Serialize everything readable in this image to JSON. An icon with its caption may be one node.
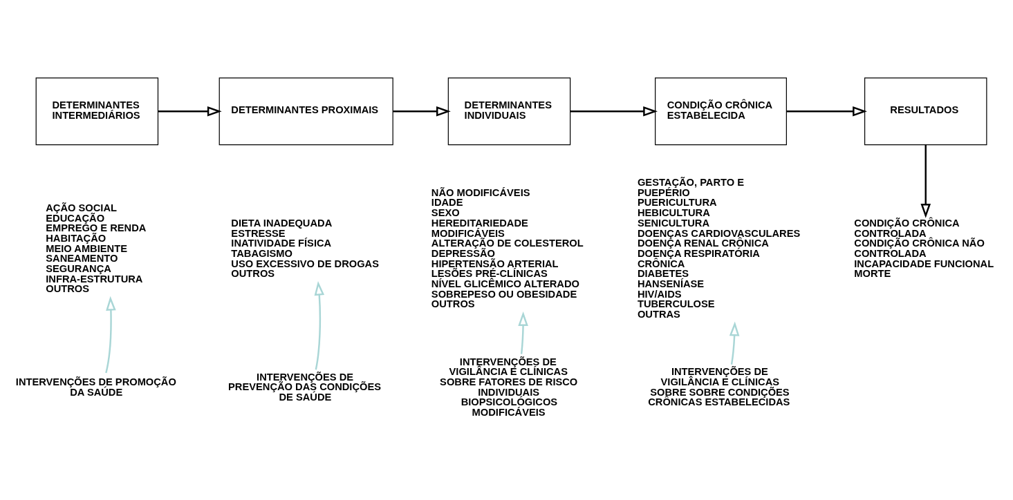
{
  "diagram": {
    "nodes": [
      {
        "text": [
          "DETERMINANTES INTERMEDIÁRIOS"
        ]
      },
      {
        "text": [
          "DETERMINANTES PROXIMAIS"
        ]
      },
      {
        "text": [
          "DETERMINANTES INDIVIDUAIS"
        ]
      },
      {
        "text": [
          "CONDIÇÃO CRÔNICA ESTABELECIDA"
        ]
      },
      {
        "text": [
          "RESULTADOS"
        ]
      },
      {
        "text": [
          "AÇÃO SOCIAL",
          "EDUCAÇÃO",
          "EMPREGO E RENDA",
          "HABITAÇÃO",
          "MEIO AMBIENTE",
          "SANEAMENTO",
          "SEGURANÇA",
          "INFRA-ESTRUTURA",
          "OUTROS"
        ]
      },
      {
        "text": [
          "DIETA INADEQUADA",
          "ESTRESSE",
          "INATIVIDADE FÍSICA",
          "TABAGISMO",
          "USO EXCESSIVO DE DROGAS",
          "OUTROS"
        ]
      },
      {
        "text": [
          "NÃO MODIFICÁVEIS",
          "IDADE",
          "SEXO",
          "HEREDITARIEDADE",
          "MODIFICÁVEIS",
          "ALTERAÇÃO DE COLESTEROL",
          "DEPRESSÃO",
          "HIPERTENSÃO ARTERIAL",
          "LESÕES PRÉ-CLÍNICAS",
          "NÍVEL GLICÊMICO ALTERADO",
          "SOBREPESO OU OBESIDADE",
          "OUTROS"
        ]
      },
      {
        "text": [
          "GESTAÇÃO, PARTO E PUEPÉRIO",
          "PUERICULTURA",
          "HEBICULTURA",
          "SENICULTURA",
          "DOENÇAS CARDIOVASCULARES",
          "DOENÇA RENAL CRÔNICA",
          "DOENÇA RESPIRATÓRIA CRÔNICA",
          "DIABETES",
          "HANSENÍASE",
          "HIV/AIDS",
          "TUBERCULOSE",
          "OUTRAS"
        ]
      },
      {
        "text": [
          "CONDIÇÃO CRÔNICA CONTROLADA",
          "CONDIÇÃO CRÔNICA NÃO CONTROLADA",
          "INCAPACIDADE FUNCIONAL",
          "MORTE"
        ]
      },
      {
        "text": [
          "INTERVENÇÕES DE PROMOÇÃO DA SAÚDE"
        ]
      },
      {
        "text": [
          "INTERVENÇÕES DE PREVENÇÃO DAS CONDIÇÕES DE SAÚDE"
        ]
      },
      {
        "text": [
          "INTERVENÇÕES DE VIGILÂNCIA E CLÍNICAS SOBRE FATORES DE RISCO INDIVIDUAIS BIOPSICOLÓGICOS MODIFICÁVEIS"
        ]
      },
      {
        "text": [
          "INTERVENÇÕES DE VIGILÂNCIA E CLÍNICAS SOBRE SOBRE CONDIÇÕES CRÔNICAS ESTABELECIDAS"
        ]
      }
    ],
    "edges": [
      {
        "from": 0,
        "to": 1,
        "arrow": "to"
      },
      {
        "from": 1,
        "to": 2,
        "arrow": "to"
      },
      {
        "from": 2,
        "to": 3,
        "arrow": "to"
      },
      {
        "from": 3,
        "to": 4,
        "arrow": "to"
      },
      {
        "from": 4,
        "to": 9,
        "arrow": "to"
      },
      {
        "from": 10,
        "to": 5,
        "arrow": "to",
        "color": "#a9d6d6"
      },
      {
        "from": 11,
        "to": 6,
        "arrow": "to",
        "color": "#a9d6d6"
      },
      {
        "from": 12,
        "to": 7,
        "arrow": "to",
        "color": "#a9d6d6"
      },
      {
        "from": 13,
        "to": 8,
        "arrow": "to",
        "color": "#a9d6d6"
      }
    ]
  }
}
